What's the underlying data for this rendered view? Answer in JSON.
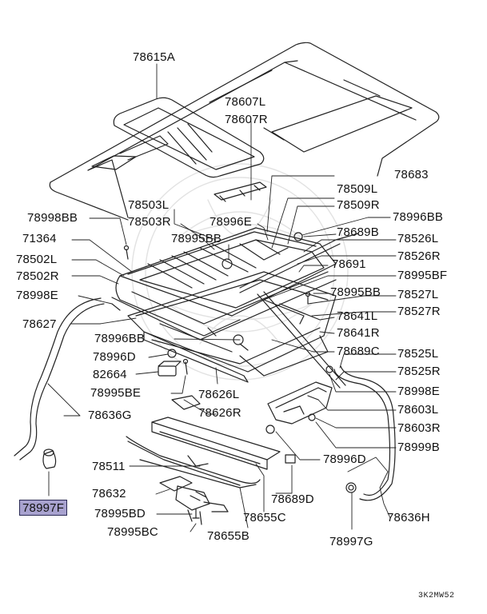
{
  "highlight_color": "#a8a2cf",
  "drawing_code": "3K2MW52",
  "parts": {
    "p78615A": "78615A",
    "p78607L": "78607L",
    "p78607R": "78607R",
    "p78683": "78683",
    "p78509L": "78509L",
    "p78509R": "78509R",
    "p78503L": "78503L",
    "p78503R": "78503R",
    "p78998BB": "78998BB",
    "p78996E": "78996E",
    "p78996BB_r": "78996BB",
    "p71364": "71364",
    "p78995BB_c": "78995BB",
    "p78689B": "78689B",
    "p78526L": "78526L",
    "p78526R": "78526R",
    "p78502L": "78502L",
    "p78502R": "78502R",
    "p78691": "78691",
    "p78995BF": "78995BF",
    "p78998E_l": "78998E",
    "p78995BB_r": "78995BB",
    "p78527L": "78527L",
    "p78527R": "78527R",
    "p78627": "78627",
    "p78641L": "78641L",
    "p78641R": "78641R",
    "p78996BB_l": "78996BB",
    "p78996D_l": "78996D",
    "p78689C": "78689C",
    "p78525L": "78525L",
    "p82664": "82664",
    "p78525R": "78525R",
    "p78995BE": "78995BE",
    "p78626L": "78626L",
    "p78998E_r": "78998E",
    "p78636G": "78636G",
    "p78626R": "78626R",
    "p78603L": "78603L",
    "p78603R": "78603R",
    "p78999B": "78999B",
    "p78511": "78511",
    "p78996D_r": "78996D",
    "p78632": "78632",
    "p78689D": "78689D",
    "p78997F": "78997F",
    "p78995BD": "78995BD",
    "p78636H": "78636H",
    "p78655C": "78655C",
    "p78995BC": "78995BC",
    "p78655B": "78655B",
    "p78997G": "78997G"
  }
}
